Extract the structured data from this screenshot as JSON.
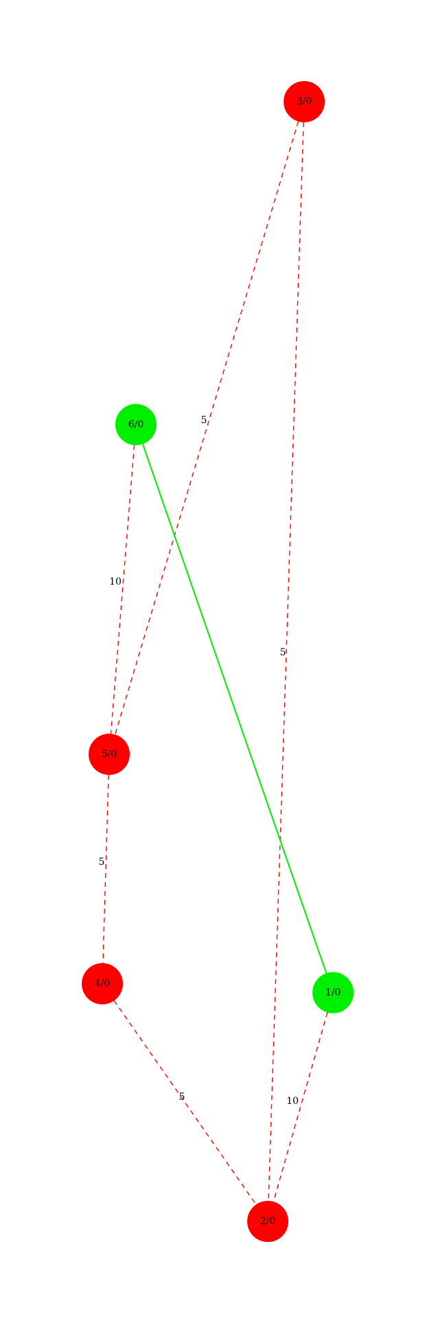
{
  "graph": {
    "colors": {
      "red": "#ff0000",
      "green": "#00ee00",
      "edge_red": "#ff0000",
      "edge_green": "#00ee00"
    },
    "nodes": [
      {
        "id": "3",
        "label": "3/0",
        "color": "red"
      },
      {
        "id": "6",
        "label": "6/0",
        "color": "green"
      },
      {
        "id": "5",
        "label": "5/0",
        "color": "red"
      },
      {
        "id": "4",
        "label": "4/0",
        "color": "red"
      },
      {
        "id": "1",
        "label": "1/0",
        "color": "green"
      },
      {
        "id": "2",
        "label": "2/0",
        "color": "red"
      }
    ],
    "edges": [
      {
        "from": "3",
        "to": "5",
        "label": "5",
        "style": "dashed",
        "color": "edge_red"
      },
      {
        "from": "3",
        "to": "2",
        "label": "5",
        "style": "dashed",
        "color": "edge_red"
      },
      {
        "from": "6",
        "to": "5",
        "label": "10",
        "style": "dashed",
        "color": "edge_red"
      },
      {
        "from": "6",
        "to": "1",
        "label": "",
        "style": "solid",
        "color": "edge_green"
      },
      {
        "from": "5",
        "to": "4",
        "label": "5",
        "style": "dashed",
        "color": "edge_red"
      },
      {
        "from": "4",
        "to": "2",
        "label": "5",
        "style": "dashed",
        "color": "edge_red"
      },
      {
        "from": "1",
        "to": "2",
        "label": "10",
        "style": "dashed",
        "color": "edge_red"
      }
    ]
  }
}
